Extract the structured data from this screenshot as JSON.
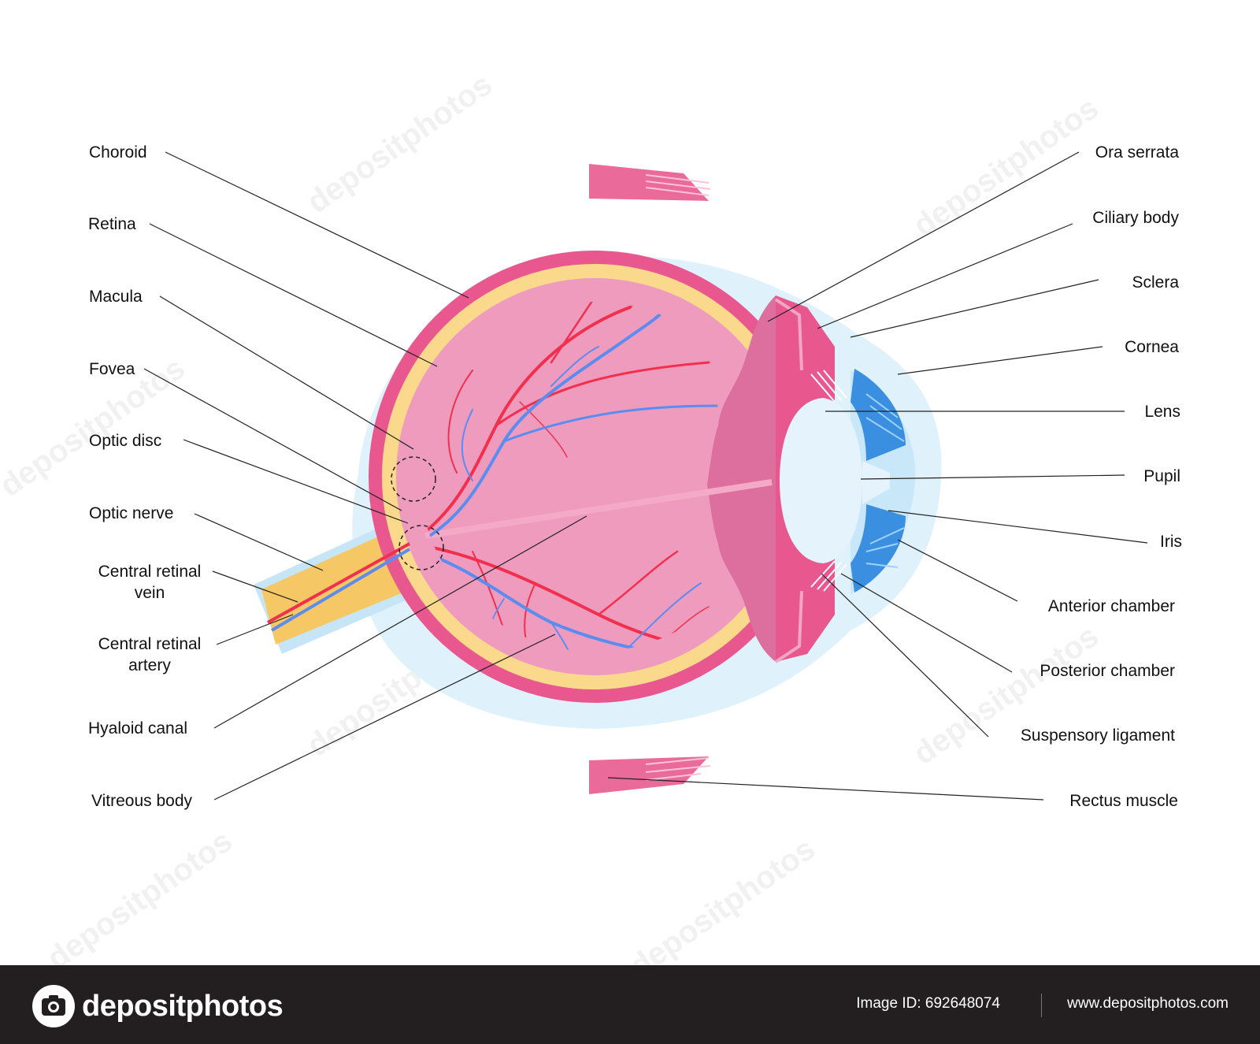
{
  "labels": {
    "choroid": "Choroid",
    "retina": "Retina",
    "macula": "Macula",
    "fovea": "Fovea",
    "optic_disc": "Optic disc",
    "optic_nerve": "Optic nerve",
    "central_retinal_vein": "Central retinal\nvein",
    "central_retinal_artery": "Central retinal\nartery",
    "hyaloid_canal": "Hyaloid canal",
    "vitreous_body": "Vitreous body",
    "ora_serrata": "Ora serrata",
    "ciliary_body": "Ciliary body",
    "sclera": "Sclera",
    "cornea": "Cornea",
    "lens": "Lens",
    "pupil": "Pupil",
    "iris": "Iris",
    "anterior_chamber": "Anterior chamber",
    "posterior_chamber": "Posterior chamber",
    "suspensory_ligament": "Suspensory ligament",
    "rectus_muscle": "Rectus muscle"
  },
  "watermark": "depositphotos",
  "footer": {
    "logo_text": "depositphotos",
    "image_id": "Image ID: 692648074",
    "site_url": "www.depositphotos.com"
  },
  "colors": {
    "sclera_outer": "#dff1fb",
    "choroid": "#e8588f",
    "retina": "#fbd98c",
    "vitreous": "#ee9bbd",
    "ciliary": "#dc6f9e",
    "lens": "#e4f3fc",
    "iris": "#3b8fe0",
    "artery": "#f2304e",
    "vein": "#5b8cf0",
    "optic_nerve": "#f6c765"
  }
}
